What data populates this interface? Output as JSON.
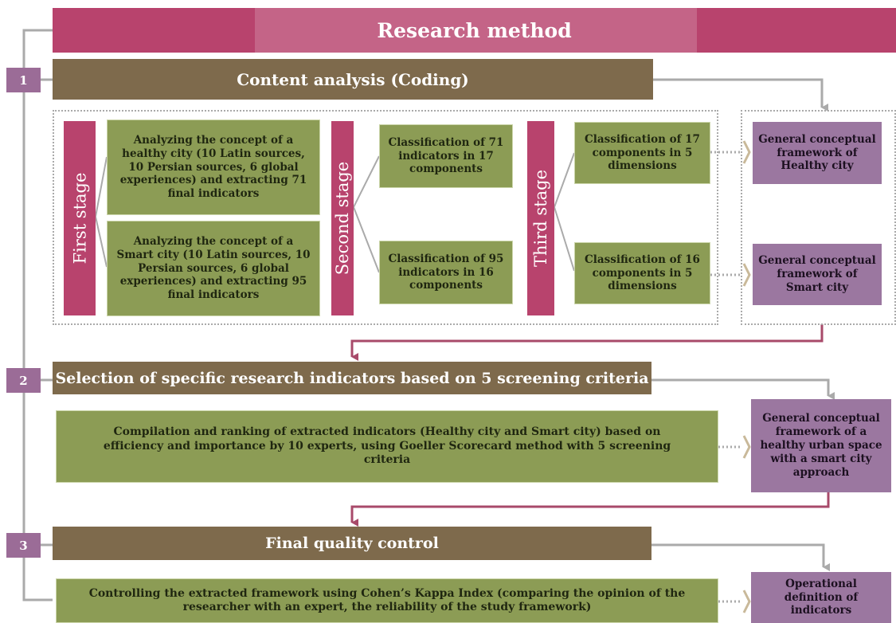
{
  "header": {
    "title": "Research method"
  },
  "steps": [
    {
      "number": "1",
      "title": "Content analysis (Coding)"
    },
    {
      "number": "2",
      "title": "Selection of specific research indicators based on 5 screening criteria"
    },
    {
      "number": "3",
      "title": "Final quality control"
    }
  ],
  "stages": {
    "first": "First stage",
    "second": "Second stage",
    "third": "Third stage"
  },
  "boxes": {
    "healthy_analysis": "Analyzing the concept of a healthy city (10 Latin sources, 10 Persian sources, 6 global experiences) and extracting 71 final indicators",
    "smart_analysis": "Analyzing the concept of a Smart city (10 Latin sources, 10 Persian sources, 6 global experiences) and extracting 95 final indicators",
    "healthy_classification": "Classification of 71 indicators in 17 components",
    "smart_classification": "Classification of 95 indicators in 16 components",
    "healthy_dimensions": "Classification of 17 components in 5 dimensions",
    "smart_dimensions": "Classification of 16 components in 5 dimensions",
    "compilation": "Compilation and ranking of extracted indicators (Healthy city and Smart city) based on efficiency and importance by 10 experts, using Goeller Scorecard method with 5 screening criteria",
    "controlling": "Controlling the extracted framework using Cohen’s Kappa Index (comparing the opinion of the researcher with an expert, the reliability of the study framework)"
  },
  "outputs": {
    "healthy_framework": "General conceptual framework of Healthy city",
    "smart_framework": "General conceptual framework of Smart city",
    "combined_framework": "General conceptual framework of a healthy urban space with a smart city approach",
    "operational": "Operational definition of indicators"
  },
  "colors": {
    "header": "#b8436d",
    "step_bar": "#7e6a4c",
    "step_badge": "#9b6c97",
    "green_box": "#8c9c55",
    "stage_bar": "#b8436d",
    "output_box": "#9b77a0",
    "connector_gray": "#aaaaaa",
    "connector_pink": "#a84a6a"
  }
}
